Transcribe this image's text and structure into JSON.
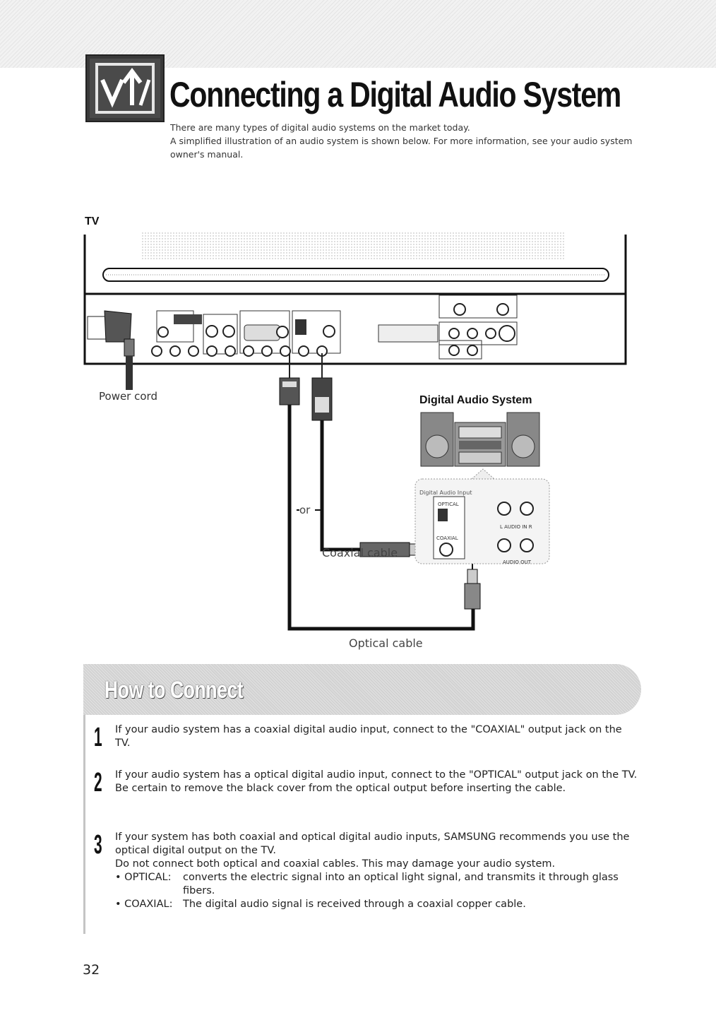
{
  "header": {
    "title": "Connecting a Digital Audio System",
    "intro_lines": [
      "There are many types of digital audio systems on the market today.",
      "A simplified illustration of an audio system is shown below. For more information, see your audio system owner's manual."
    ]
  },
  "diagram": {
    "tv_label": "TV",
    "power_cord_label": "Power cord",
    "audio_system_label": "Digital Audio System",
    "or_label": "or",
    "coaxial_cable_label": "Coaxial cable",
    "optical_cable_label": "Optical cable",
    "panel": {
      "digital_audio_input": "Digital Audio Input",
      "optical": "OPTICAL",
      "coaxial": "COAXIAL",
      "audio_in": "L AUDIO IN R",
      "audio_out": "AUDIO OUT"
    }
  },
  "how_to_connect": {
    "title": "How to Connect",
    "steps": [
      {
        "number": "1",
        "lines": [
          "If your audio system has a coaxial digital audio input, connect to the \"COAXIAL\" output jack on the TV."
        ]
      },
      {
        "number": "2",
        "lines": [
          "If your audio system has a optical digital audio input, connect to the \"OPTICAL\" output jack on the TV.",
          "Be certain to remove the black cover from the optical output before inserting the cable."
        ]
      },
      {
        "number": "3",
        "lines": [
          "If your system has both coaxial and optical digital audio inputs, SAMSUNG recommends you use the optical digital output on the TV.",
          "Do not connect both optical and coaxial cables. This may damage your audio system."
        ],
        "bullets": [
          {
            "label": "• OPTICAL:",
            "text": "converts the electric signal into an optical light signal, and transmits it through glass fibers."
          },
          {
            "label": "• COAXIAL:",
            "text": "The digital audio signal is received through a coaxial copper cable."
          }
        ]
      }
    ]
  },
  "page_number": "32"
}
